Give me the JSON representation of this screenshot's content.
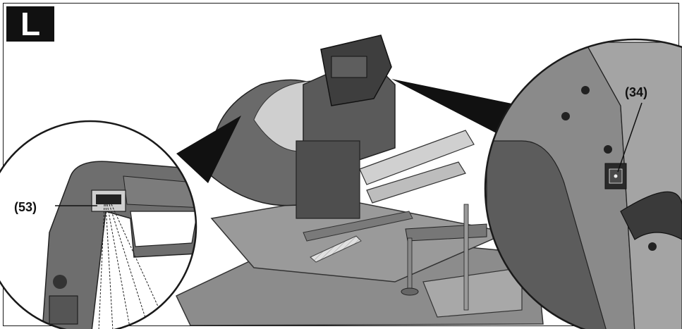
{
  "figure": {
    "panel_letter": "L",
    "callouts": [
      {
        "id": "53",
        "text": "(53)"
      },
      {
        "id": "34",
        "text": "(34)"
      }
    ]
  },
  "colors": {
    "frame": "#1a1a1a",
    "badge_bg": "#111111",
    "badge_text": "#ffffff",
    "machine_dark": "#4a4a4a",
    "machine_mid": "#8a8a8a",
    "machine_light": "#c8c8c8",
    "background": "#ffffff"
  }
}
